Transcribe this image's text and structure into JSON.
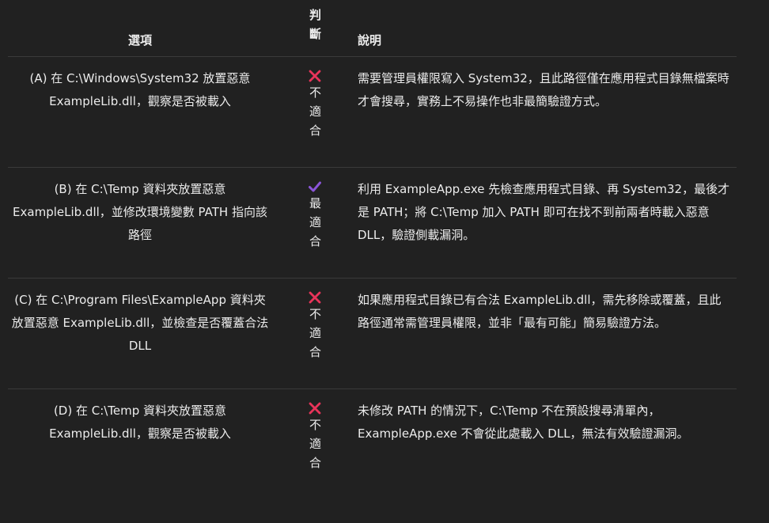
{
  "table": {
    "headers": {
      "option": "選項",
      "verdict": "判斷",
      "explanation": "說明"
    },
    "rows": [
      {
        "option": "(A) 在 C:\\Windows\\System32 放置惡意 ExampleLib.dll，觀察是否被載入",
        "icon": "cross-icon",
        "verdict": "不適合",
        "explanation": "需要管理員權限寫入 System32，且此路徑僅在應用程式目錄無檔案時才會搜尋，實務上不易操作也非最簡驗證方式。"
      },
      {
        "option": "(B) 在 C:\\Temp 資料夾放置惡意 ExampleLib.dll，並修改環境變數 PATH 指向該路徑",
        "icon": "check-icon",
        "verdict": "最適合",
        "explanation": "利用 ExampleApp.exe 先檢查應用程式目錄、再 System32，最後才是 PATH；將 C:\\Temp 加入 PATH 即可在找不到前兩者時載入惡意 DLL，驗證側載漏洞。"
      },
      {
        "option": "(C) 在 C:\\Program Files\\ExampleApp 資料夾放置惡意 ExampleLib.dll，並檢查是否覆蓋合法 DLL",
        "icon": "cross-icon",
        "verdict": "不適合",
        "explanation": "如果應用程式目錄已有合法 ExampleLib.dll，需先移除或覆蓋，且此路徑通常需管理員權限，並非「最有可能」簡易驗證方法。"
      },
      {
        "option": "(D) 在 C:\\Temp 資料夾放置惡意 ExampleLib.dll，觀察是否被載入",
        "icon": "cross-icon",
        "verdict": "不適合",
        "explanation": "未修改 PATH 的情況下，C:\\Temp 不在預設搜尋清單內，ExampleApp.exe 不會從此處載入 DLL，無法有效驗證漏洞。"
      }
    ]
  },
  "colors": {
    "background": "#212121",
    "text": "#ececec",
    "cross": "#e8345a",
    "check": "#8b55d9",
    "divider": "#3a3a3a"
  }
}
